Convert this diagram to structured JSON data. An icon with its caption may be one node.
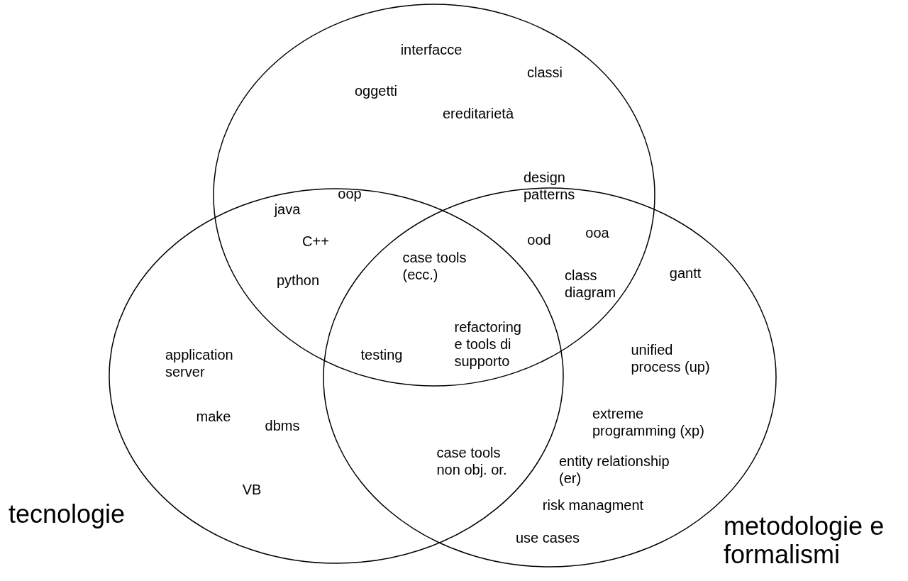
{
  "diagram": {
    "nodes": [
      {
        "text": [],
        "shape": "circle"
      },
      {
        "text": [
          "tecnologie"
        ]
      },
      {
        "text": [
          "metodologie e formalismi"
        ]
      }
    ],
    "labels": [
      "interfacce",
      "classi",
      "oggetti",
      "ereditarietà",
      "design patterns",
      "oop",
      "java",
      "ood",
      "ooa",
      "C++",
      "case tools (ecc.)",
      "class diagram",
      "gantt",
      "python",
      "application server",
      "refactoring e tools di supporto",
      "testing",
      "unified process (up)",
      "extreme programming (xp)",
      "make",
      "dbms",
      "case tools non obj. or.",
      "entity relationship (er)",
      "VB",
      "risk managment",
      "use cases"
    ]
  }
}
